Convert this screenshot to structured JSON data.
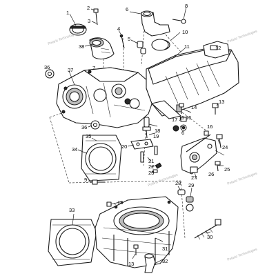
{
  "diagram": {
    "callouts": [
      "1",
      "2",
      "3",
      "4",
      "5",
      "6",
      "7",
      "8",
      "9",
      "10",
      "11",
      "12",
      "13",
      "14",
      "15",
      "16",
      "17",
      "18",
      "19",
      "20",
      "21",
      "22",
      "23",
      "24",
      "25",
      "26",
      "27",
      "28",
      "29",
      "30",
      "31",
      "32",
      "33",
      "34",
      "35",
      "36",
      "37",
      "38"
    ],
    "watermark": "Polaris Technologies",
    "accent_color": "#1a1a1a"
  }
}
